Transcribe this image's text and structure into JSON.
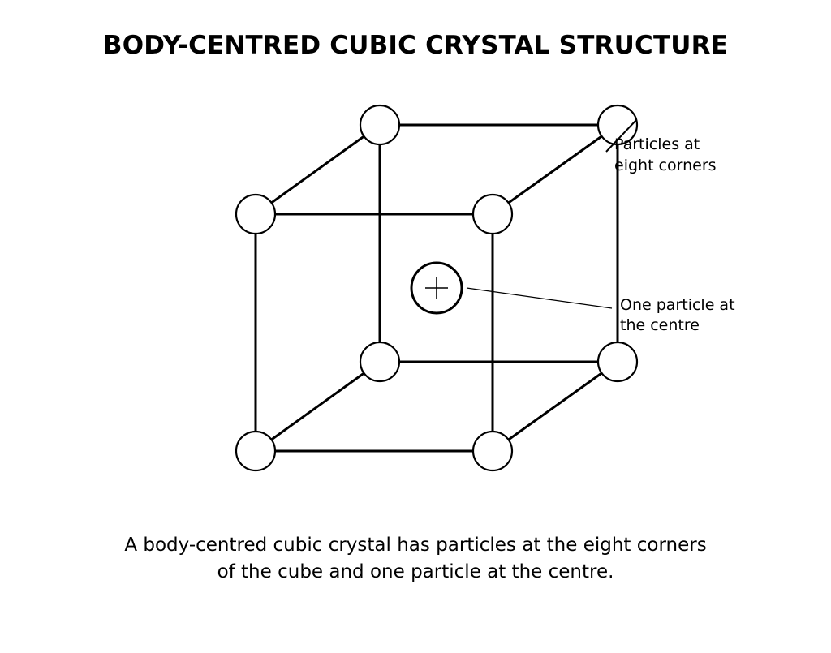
{
  "title": "BODY-CENTRED CUBIC CRYSTAL STRUCTURE",
  "labels": {
    "corners": {
      "line1": "Particles at",
      "line2": "eight corners"
    },
    "centre": {
      "line1": "One particle at",
      "line2": "the centre"
    }
  },
  "caption": {
    "line1": "A body-centred cubic crystal has particles at the eight corners",
    "line2": "of the cube and one particle at the centre."
  },
  "colors": {
    "stroke": "#000000",
    "particle_fill": "#ffffff",
    "background": "#ffffff"
  }
}
